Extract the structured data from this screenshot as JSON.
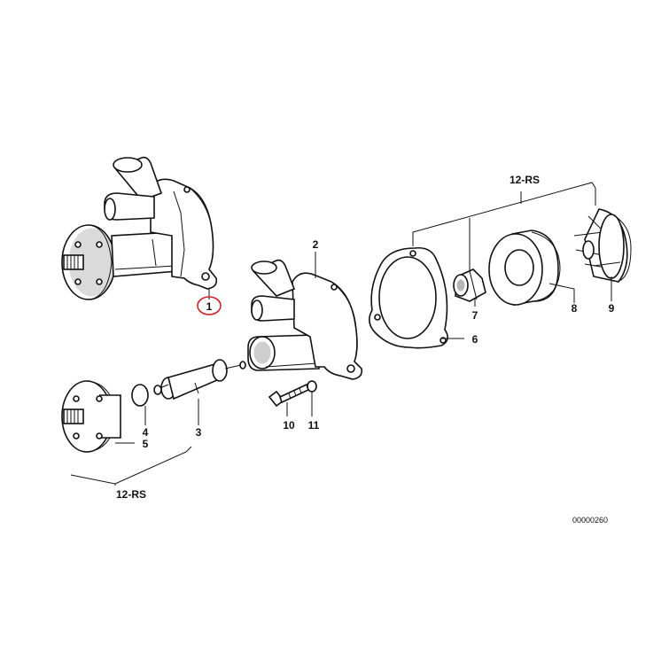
{
  "diagram": {
    "callouts": {
      "c1": "1",
      "c2": "2",
      "c3": "3",
      "c4": "4",
      "c5": "5",
      "c6": "6",
      "c7": "7",
      "c8": "8",
      "c9": "9",
      "c10": "10",
      "c11": "11"
    },
    "kit_label_top": "12-RS",
    "kit_label_bottom": "12-RS",
    "drawing_number": "00000260",
    "highlight_color": "#d42020"
  }
}
